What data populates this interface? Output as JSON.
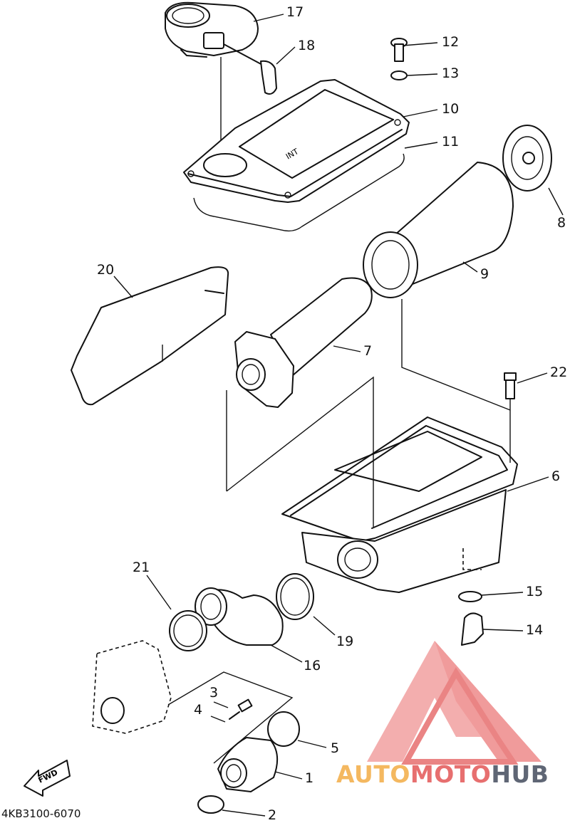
{
  "diagram": {
    "code": "4KB3100-6070",
    "fwd_label": "FWD",
    "lid_text": "INT",
    "labels": {
      "p1": "1",
      "p2": "2",
      "p3": "3",
      "p4": "4",
      "p5": "5",
      "p6": "6",
      "p7": "7",
      "p8": "8",
      "p9": "9",
      "p10": "10",
      "p11": "11",
      "p12": "12",
      "p13": "13",
      "p14": "14",
      "p15": "15",
      "p16": "16",
      "p17": "17",
      "p18": "18",
      "p19": "19",
      "p20": "20",
      "p21": "21",
      "p22": "22"
    }
  },
  "watermark": {
    "part1": "AUTO",
    "part2": "MOTO",
    "part3": "HUB",
    "colors": {
      "light": "#f4b860",
      "accent": "#e76f6f",
      "dark": "#5f6675"
    }
  }
}
